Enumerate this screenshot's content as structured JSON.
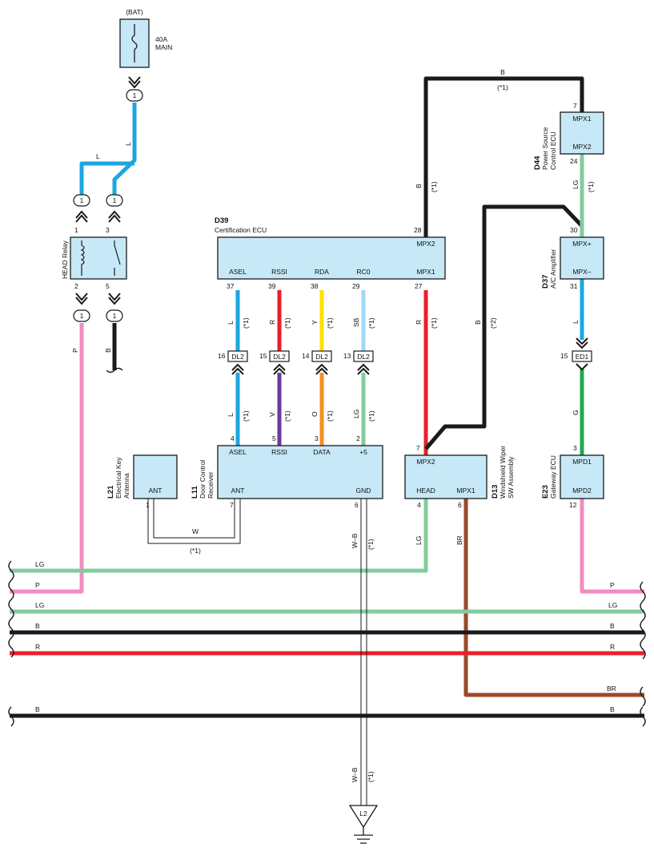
{
  "colors": {
    "L": "#1aa7e0",
    "B": "#1a1a1a",
    "P": "#f08cc0",
    "LG": "#82cc9c",
    "R": "#e8202a",
    "Y": "#ffe000",
    "SB": "#9fd8f5",
    "V": "#6a3a9a",
    "O": "#f39020",
    "G": "#1faa50",
    "BR": "#9a4a28",
    "W": "#ffffff",
    "box": "#c6e8f7"
  },
  "battery": {
    "label": "(BAT)",
    "fuse_amp": "40A",
    "fuse_name": "MAIN",
    "connector": "1"
  },
  "head_relay": {
    "name": "HEAD Relay",
    "pins": [
      "1",
      "2",
      "3",
      "5"
    ],
    "connectors": [
      "1",
      "1",
      "1",
      "1"
    ],
    "wire_top": "L",
    "wire_left": "P",
    "wire_right": "B"
  },
  "d39": {
    "code": "D39",
    "name": "Certification ECU",
    "top_pin": "28",
    "top_terminal": "MPX2",
    "terminals": [
      "ASEL",
      "RSSI",
      "RDA",
      "RC0",
      "MPX1"
    ],
    "pins": [
      "37",
      "39",
      "38",
      "29",
      "27"
    ],
    "wires": [
      "L",
      "R",
      "Y",
      "SB",
      "R"
    ],
    "note": "(*1)"
  },
  "dl2": {
    "name": "DL2",
    "pins": [
      "16",
      "15",
      "14",
      "13"
    ],
    "wires_below": [
      "L",
      "V",
      "O",
      "LG"
    ],
    "note": "(*1)"
  },
  "l11": {
    "code": "L11",
    "name_line1": "Door Control",
    "name_line2": "Receiver",
    "top_terminals": [
      "ASEL",
      "RSSI",
      "DATA",
      "+5"
    ],
    "top_pins": [
      "4",
      "5",
      "3",
      "2"
    ],
    "bottom_terminals": [
      "ANT",
      "GND"
    ],
    "bottom_pins": [
      "7",
      "6"
    ]
  },
  "l21": {
    "code": "L21",
    "name_line1": "Electrical Key",
    "name_line2": "Antenna",
    "terminal": "ANT",
    "pin": "1"
  },
  "antenna_wire": {
    "color": "W",
    "note": "(*1)"
  },
  "ground": {
    "wire": "W–B",
    "note": "(*1)",
    "name": "L2"
  },
  "d44": {
    "code": "D44",
    "name_line1": "Power Source",
    "name_line2": "Control ECU",
    "terminals": [
      "MPX1",
      "MPX2"
    ],
    "pins": [
      "7",
      "24"
    ]
  },
  "b_wire_top": {
    "color": "B",
    "note": "(*1)"
  },
  "b_wire_mid": {
    "color": "B",
    "note": "(*2)"
  },
  "d37": {
    "code": "D37",
    "name": "A/C Amplifier",
    "terminals": [
      "MPX+",
      "MPX–"
    ],
    "pins": [
      "30",
      "31"
    ],
    "wire_top": "LG",
    "wire_bottom": "L",
    "note": "(*1)"
  },
  "ed1": {
    "name": "ED1",
    "pin": "15",
    "wire_below": "G"
  },
  "e23": {
    "code": "E23",
    "name": "Gateway ECU",
    "terminals": [
      "MPD1",
      "MPD2"
    ],
    "pins": [
      "3",
      "12"
    ]
  },
  "d13": {
    "code": "D13",
    "name_line1": "Windshield Wiper",
    "name_line2": "SW Assembly",
    "top_terminal": "MPX2",
    "top_pin": "7",
    "bottom_terminals": [
      "HEAD",
      "MPX1"
    ],
    "bottom_pins": [
      "4",
      "6"
    ],
    "wire_head": "LG",
    "wire_mpx1": "BR"
  },
  "bus": [
    {
      "left": "LG",
      "right": ""
    },
    {
      "left": "P",
      "right": "P"
    },
    {
      "left": "LG",
      "right": "LG"
    },
    {
      "left": "B",
      "right": "B"
    },
    {
      "left": "R",
      "right": "R"
    },
    {
      "left": "",
      "right": "BR"
    },
    {
      "left": "B",
      "right": "B"
    }
  ]
}
